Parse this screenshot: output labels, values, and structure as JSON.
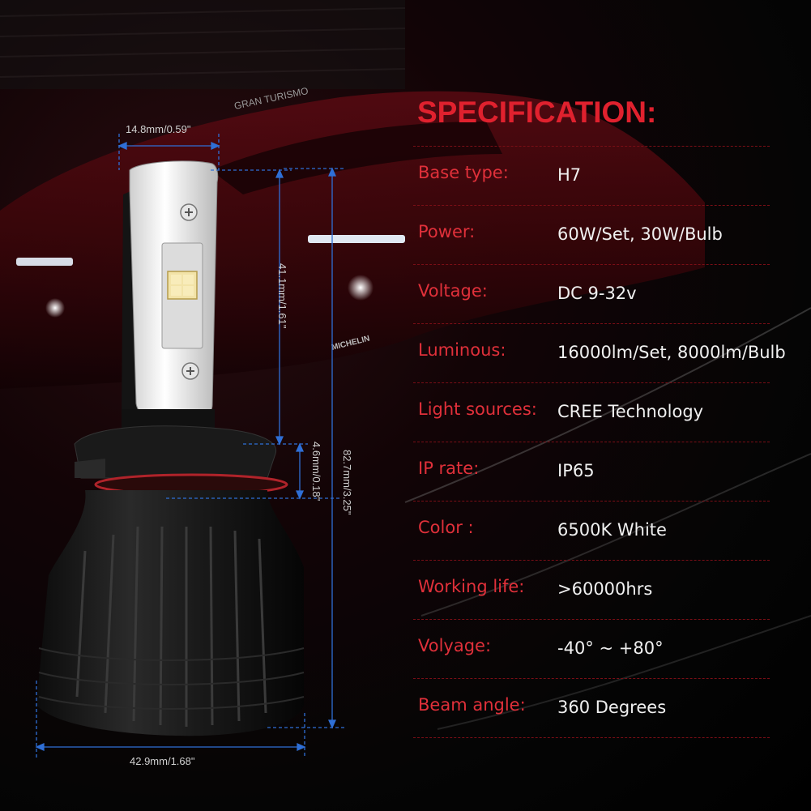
{
  "spec": {
    "title": "SPECIFICATION:",
    "rows": [
      {
        "label": "Base type:",
        "value": "H7"
      },
      {
        "label": "Power:",
        "value": "60W/Set,  30W/Bulb"
      },
      {
        "label": "Voltage:",
        "value": "DC 9-32v"
      },
      {
        "label": "Luminous:",
        "value": "16000lm/Set, 8000lm/Bulb"
      },
      {
        "label": "Light sources:",
        "value": "CREE Technology"
      },
      {
        "label": "IP rate:",
        "value": "IP65"
      },
      {
        "label": "Color :",
        "value": "6500K White"
      },
      {
        "label": "Working life:",
        "value": ">60000hrs"
      },
      {
        "label": "Volyage:",
        "value": "-40° ~ +80°"
      },
      {
        "label": "Beam angle:",
        "value": "360 Degrees"
      }
    ]
  },
  "dimensions": {
    "top_width": "14.8mm/0.59\"",
    "head_height": "41.1mm/1.61\"",
    "base_gap": "4.6mm/0.18\"",
    "total_height": "82.7mm/3.25\"",
    "bottom_width": "42.9mm/1.68\""
  },
  "background": {
    "car_text_1": "GRAN TURISMO",
    "car_text_2": "MICHELIN"
  },
  "colors": {
    "accent_red": "#e0212e",
    "dimension_blue": "#2f6fd6",
    "value_white": "#f0f0f0"
  }
}
